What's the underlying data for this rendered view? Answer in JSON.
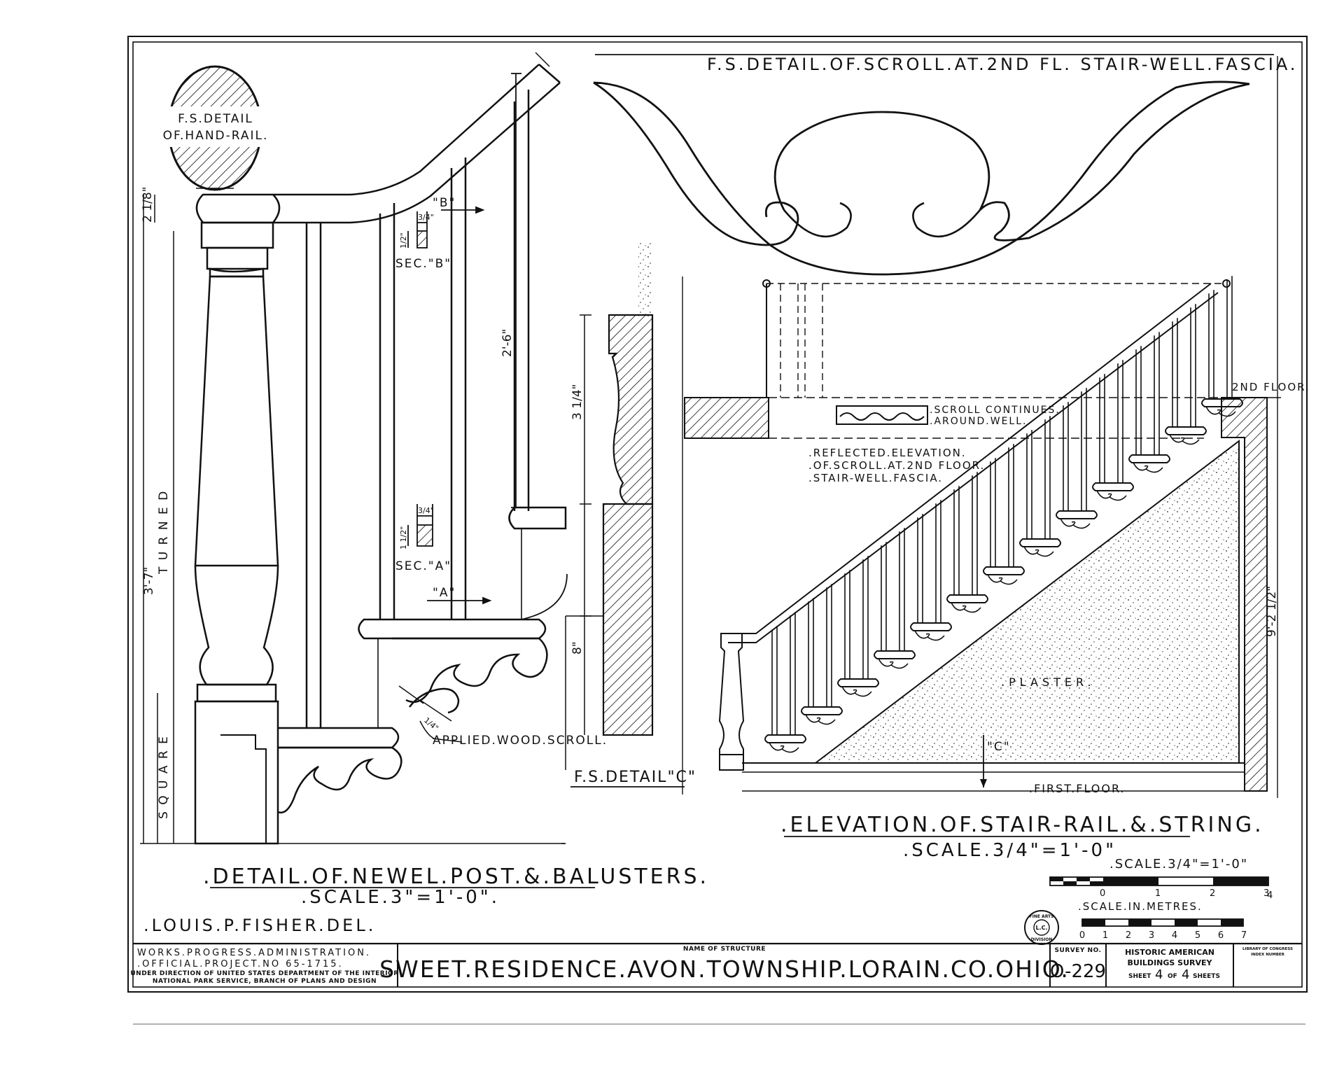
{
  "drawing": {
    "handrail_detail": [
      "F.S.DETAIL",
      "OF.HAND-RAIL."
    ],
    "scroll_title": "F.S.DETAIL.OF.SCROLL.AT.2ND FL. STAIR-WELL.FASCIA.",
    "newel_title": ".DETAIL.OF.NEWEL.POST.&.BALUSTERS.",
    "newel_scale": ".SCALE.3\"=1'-0\".",
    "elevation_title": ".ELEVATION.OF.STAIR-RAIL.&.STRING.",
    "elevation_scale": ".SCALE.3/4\"=1'-0\"",
    "delineator": ".LOUIS.P.FISHER.DEL.",
    "labels": {
      "turned": "T U R N E D",
      "square": "S Q U A R E",
      "sec_b": "SEC.\"B\"",
      "sec_a": "SEC.\"A\"",
      "b_mark": "\"B\"",
      "a_mark": "\"A\"",
      "c_mark": "\"C\"",
      "applied_scroll": "APPLIED.WOOD.SCROLL.",
      "fs_detail_c": "F.S.DETAIL\"C\"",
      "scroll_continues": [
        ".SCROLL CONTINUES.",
        ".AROUND.WELL."
      ],
      "reflected": [
        ".REFLECTED.ELEVATION.",
        ".OF.SCROLL.AT.2ND FLOOR.",
        ".STAIR-WELL.FASCIA."
      ],
      "second_floor": "2ND FLOOR.",
      "first_floor": ".FIRST.FLOOR.",
      "plaster": ".PLASTER."
    },
    "dimensions": {
      "d_2_1_8": "2 1/8\"",
      "d_3_7": "3'-7\"",
      "d_2_6": "2'-6\"",
      "d_3_1_4": "3 1/4\"",
      "d_8": "8\"",
      "d_9_2_1_2": "9'-2 1/2\"",
      "d_3_4": "3/4\"",
      "d_1_2": "1/2\"",
      "d_1_1_2": "1 1/2\"",
      "d_1_4": "1/4\""
    },
    "scale_bar_ft": {
      "title": ".SCALE.3/4\"=1'-0\"",
      "ticks": [
        "0",
        "1",
        "2",
        "3",
        "4"
      ]
    },
    "scale_bar_m": {
      "title": ".SCALE.IN.METRES.",
      "ticks": [
        "0",
        "1",
        "2",
        "3",
        "4",
        "5",
        "6",
        "7"
      ]
    },
    "stamp": [
      "FINE ARTS",
      "L.C.",
      "DIVISION"
    ]
  },
  "title_block": {
    "wpa": [
      "WORKS.PROGRESS.ADMINISTRATION.",
      ".OFFICIAL.PROJECT.NO 65-1715."
    ],
    "direction": [
      "UNDER DIRECTION OF UNITED STATES DEPARTMENT OF THE INTERIOR",
      "NATIONAL PARK SERVICE, BRANCH OF PLANS AND DESIGN"
    ],
    "name_label": "NAME OF STRUCTURE",
    "name": "SWEET.RESIDENCE.AVON.TOWNSHIP.LORAIN.CO.OHIO.",
    "survey_label": "SURVEY NO.",
    "survey_no": "O-229",
    "habs": [
      "HISTORIC AMERICAN",
      "BUILDINGS SURVEY"
    ],
    "sheet_label": "SHEET",
    "sheet_no": "4",
    "of_label": "OF",
    "sheet_total": "4",
    "sheets_label": "SHEETS",
    "loc": [
      "LIBRARY OF CONGRESS",
      "INDEX NUMBER"
    ]
  }
}
